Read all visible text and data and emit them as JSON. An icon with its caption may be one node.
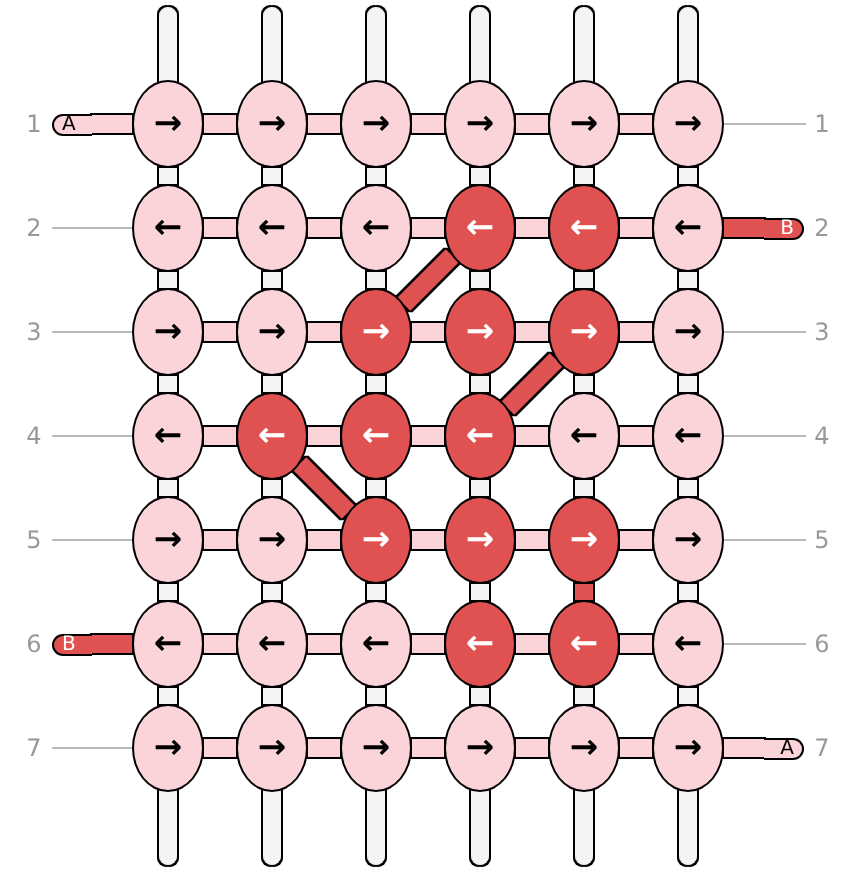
{
  "diagram": {
    "nodes": [
      {
        "text": [
          "A"
        ],
        "beside": [
          "1"
        ]
      },
      {
        "text": [
          "→"
        ]
      },
      {
        "text": [
          "→"
        ]
      },
      {
        "text": [
          "→"
        ]
      },
      {
        "text": [
          "→"
        ]
      },
      {
        "text": [
          "→"
        ]
      },
      {
        "text": [
          "→"
        ],
        "beside": [
          "1"
        ]
      },
      {
        "text": [
          "←"
        ],
        "beside": [
          "2"
        ]
      },
      {
        "text": [
          "←"
        ]
      },
      {
        "text": [
          "←"
        ]
      },
      {
        "text": [
          "←"
        ]
      },
      {
        "text": [
          "←"
        ]
      },
      {
        "text": [
          "←"
        ]
      },
      {
        "text": [
          "B"
        ],
        "beside": [
          "2"
        ]
      },
      {
        "text": [
          "→"
        ],
        "beside": [
          "3"
        ]
      },
      {
        "text": [
          "→"
        ]
      },
      {
        "text": [
          "→"
        ]
      },
      {
        "text": [
          "→"
        ]
      },
      {
        "text": [
          "→"
        ]
      },
      {
        "text": [
          "→"
        ],
        "beside": [
          "3"
        ]
      },
      {
        "text": [
          "←"
        ],
        "beside": [
          "4"
        ]
      },
      {
        "text": [
          "←"
        ]
      },
      {
        "text": [
          "←"
        ]
      },
      {
        "text": [
          "←"
        ]
      },
      {
        "text": [
          "←"
        ]
      },
      {
        "text": [
          "←"
        ],
        "beside": [
          "4"
        ]
      },
      {
        "text": [
          "→"
        ],
        "beside": [
          "5"
        ]
      },
      {
        "text": [
          "→"
        ]
      },
      {
        "text": [
          "→"
        ]
      },
      {
        "text": [
          "→"
        ]
      },
      {
        "text": [
          "→"
        ]
      },
      {
        "text": [
          "→"
        ],
        "beside": [
          "5"
        ]
      },
      {
        "text": [
          "B"
        ],
        "beside": [
          "6"
        ]
      },
      {
        "text": [
          "←"
        ]
      },
      {
        "text": [
          "←"
        ]
      },
      {
        "text": [
          "←"
        ]
      },
      {
        "text": [
          "←"
        ]
      },
      {
        "text": [
          "←"
        ]
      },
      {
        "text": [
          "←"
        ],
        "beside": [
          "6"
        ]
      },
      {
        "text": [
          "→"
        ],
        "beside": [
          "7"
        ]
      },
      {
        "text": [
          "→"
        ]
      },
      {
        "text": [
          "→"
        ]
      },
      {
        "text": [
          "→"
        ]
      },
      {
        "text": [
          "→"
        ]
      },
      {
        "text": [
          "→"
        ]
      },
      {
        "text": [
          "A"
        ],
        "beside": [
          "7"
        ]
      }
    ],
    "edges": [
      {
        "from": 0,
        "to": 1,
        "arrow": "none"
      },
      {
        "from": 1,
        "to": 2,
        "arrow": "none"
      },
      {
        "from": 2,
        "to": 3,
        "arrow": "none"
      },
      {
        "from": 3,
        "to": 4,
        "arrow": "none"
      },
      {
        "from": 4,
        "to": 5,
        "arrow": "none"
      },
      {
        "from": 5,
        "to": 6,
        "arrow": "none"
      },
      {
        "from": 7,
        "to": 8,
        "arrow": "none"
      },
      {
        "from": 8,
        "to": 9,
        "arrow": "none"
      },
      {
        "from": 9,
        "to": 10,
        "arrow": "none"
      },
      {
        "from": 10,
        "to": 11,
        "arrow": "none"
      },
      {
        "from": 11,
        "to": 12,
        "arrow": "none"
      },
      {
        "from": 12,
        "to": 13,
        "arrow": "none",
        "color": "#e05252"
      },
      {
        "from": 14,
        "to": 15,
        "arrow": "none"
      },
      {
        "from": 15,
        "to": 16,
        "arrow": "none"
      },
      {
        "from": 16,
        "to": 17,
        "arrow": "none"
      },
      {
        "from": 17,
        "to": 18,
        "arrow": "none"
      },
      {
        "from": 18,
        "to": 19,
        "arrow": "none"
      },
      {
        "from": 20,
        "to": 21,
        "arrow": "none"
      },
      {
        "from": 21,
        "to": 22,
        "arrow": "none"
      },
      {
        "from": 22,
        "to": 23,
        "arrow": "none"
      },
      {
        "from": 23,
        "to": 24,
        "arrow": "none"
      },
      {
        "from": 24,
        "to": 25,
        "arrow": "none"
      },
      {
        "from": 26,
        "to": 27,
        "arrow": "none"
      },
      {
        "from": 27,
        "to": 28,
        "arrow": "none"
      },
      {
        "from": 28,
        "to": 29,
        "arrow": "none"
      },
      {
        "from": 29,
        "to": 30,
        "arrow": "none"
      },
      {
        "from": 30,
        "to": 31,
        "arrow": "none"
      },
      {
        "from": 32,
        "to": 33,
        "arrow": "none",
        "color": "#e05252"
      },
      {
        "from": 33,
        "to": 34,
        "arrow": "none"
      },
      {
        "from": 34,
        "to": 35,
        "arrow": "none"
      },
      {
        "from": 35,
        "to": 36,
        "arrow": "none"
      },
      {
        "from": 36,
        "to": 37,
        "arrow": "none"
      },
      {
        "from": 37,
        "to": 38,
        "arrow": "none"
      },
      {
        "from": 39,
        "to": 40,
        "arrow": "none"
      },
      {
        "from": 40,
        "to": 41,
        "arrow": "none"
      },
      {
        "from": 41,
        "to": 42,
        "arrow": "none"
      },
      {
        "from": 42,
        "to": 43,
        "arrow": "none"
      },
      {
        "from": 43,
        "to": 44,
        "arrow": "none"
      },
      {
        "from": 44,
        "to": 45,
        "arrow": "none"
      },
      {
        "from": null,
        "to": 1,
        "arrow": "none"
      },
      {
        "from": null,
        "to": 2,
        "arrow": "none"
      },
      {
        "from": null,
        "to": 3,
        "arrow": "none"
      },
      {
        "from": null,
        "to": 4,
        "arrow": "none"
      },
      {
        "from": null,
        "to": 5,
        "arrow": "none"
      },
      {
        "from": null,
        "to": 6,
        "arrow": "none"
      },
      {
        "from": 1,
        "to": 7,
        "arrow": "none"
      },
      {
        "from": 2,
        "to": 8,
        "arrow": "none"
      },
      {
        "from": 3,
        "to": 9,
        "arrow": "none"
      },
      {
        "from": 4,
        "to": 10,
        "arrow": "none"
      },
      {
        "from": 5,
        "to": 11,
        "arrow": "none"
      },
      {
        "from": 6,
        "to": 12,
        "arrow": "none"
      },
      {
        "from": 7,
        "to": 14,
        "arrow": "none"
      },
      {
        "from": 8,
        "to": 15,
        "arrow": "none"
      },
      {
        "from": 9,
        "to": 16,
        "arrow": "none"
      },
      {
        "from": 10,
        "to": 17,
        "arrow": "none"
      },
      {
        "from": 11,
        "to": 18,
        "arrow": "none"
      },
      {
        "from": 12,
        "to": 19,
        "arrow": "none"
      },
      {
        "from": 14,
        "to": 20,
        "arrow": "none"
      },
      {
        "from": 15,
        "to": 21,
        "arrow": "none"
      },
      {
        "from": 16,
        "to": 22,
        "arrow": "none"
      },
      {
        "from": 17,
        "to": 23,
        "arrow": "none"
      },
      {
        "from": 18,
        "to": 24,
        "arrow": "none"
      },
      {
        "from": 19,
        "to": 25,
        "arrow": "none"
      },
      {
        "from": 20,
        "to": 26,
        "arrow": "none"
      },
      {
        "from": 21,
        "to": 27,
        "arrow": "none"
      },
      {
        "from": 22,
        "to": 28,
        "arrow": "none"
      },
      {
        "from": 23,
        "to": 29,
        "arrow": "none"
      },
      {
        "from": 24,
        "to": 30,
        "arrow": "none"
      },
      {
        "from": 25,
        "to": 31,
        "arrow": "none"
      },
      {
        "from": 26,
        "to": 33,
        "arrow": "none"
      },
      {
        "from": 27,
        "to": 34,
        "arrow": "none"
      },
      {
        "from": 28,
        "to": 35,
        "arrow": "none"
      },
      {
        "from": 29,
        "to": 36,
        "arrow": "none"
      },
      {
        "from": 30,
        "to": 37,
        "arrow": "none",
        "color": "#e05252"
      },
      {
        "from": 31,
        "to": 38,
        "arrow": "none"
      },
      {
        "from": 33,
        "to": 39,
        "arrow": "none"
      },
      {
        "from": 34,
        "to": 40,
        "arrow": "none"
      },
      {
        "from": 35,
        "to": 41,
        "arrow": "none"
      },
      {
        "from": 36,
        "to": 42,
        "arrow": "none"
      },
      {
        "from": 37,
        "to": 43,
        "arrow": "none"
      },
      {
        "from": 38,
        "to": 44,
        "arrow": "none"
      },
      {
        "from": 39,
        "to": null,
        "arrow": "none"
      },
      {
        "from": 40,
        "to": null,
        "arrow": "none"
      },
      {
        "from": 41,
        "to": null,
        "arrow": "none"
      },
      {
        "from": 42,
        "to": null,
        "arrow": "none"
      },
      {
        "from": 43,
        "to": null,
        "arrow": "none"
      },
      {
        "from": 44,
        "to": null,
        "arrow": "none"
      },
      {
        "from": 10,
        "to": 16,
        "arrow": "none",
        "color": "#e05252"
      },
      {
        "from": 18,
        "to": 23,
        "arrow": "none",
        "color": "#e05252"
      },
      {
        "from": 21,
        "to": 28,
        "arrow": "none",
        "color": "#e05252"
      }
    ]
  }
}
